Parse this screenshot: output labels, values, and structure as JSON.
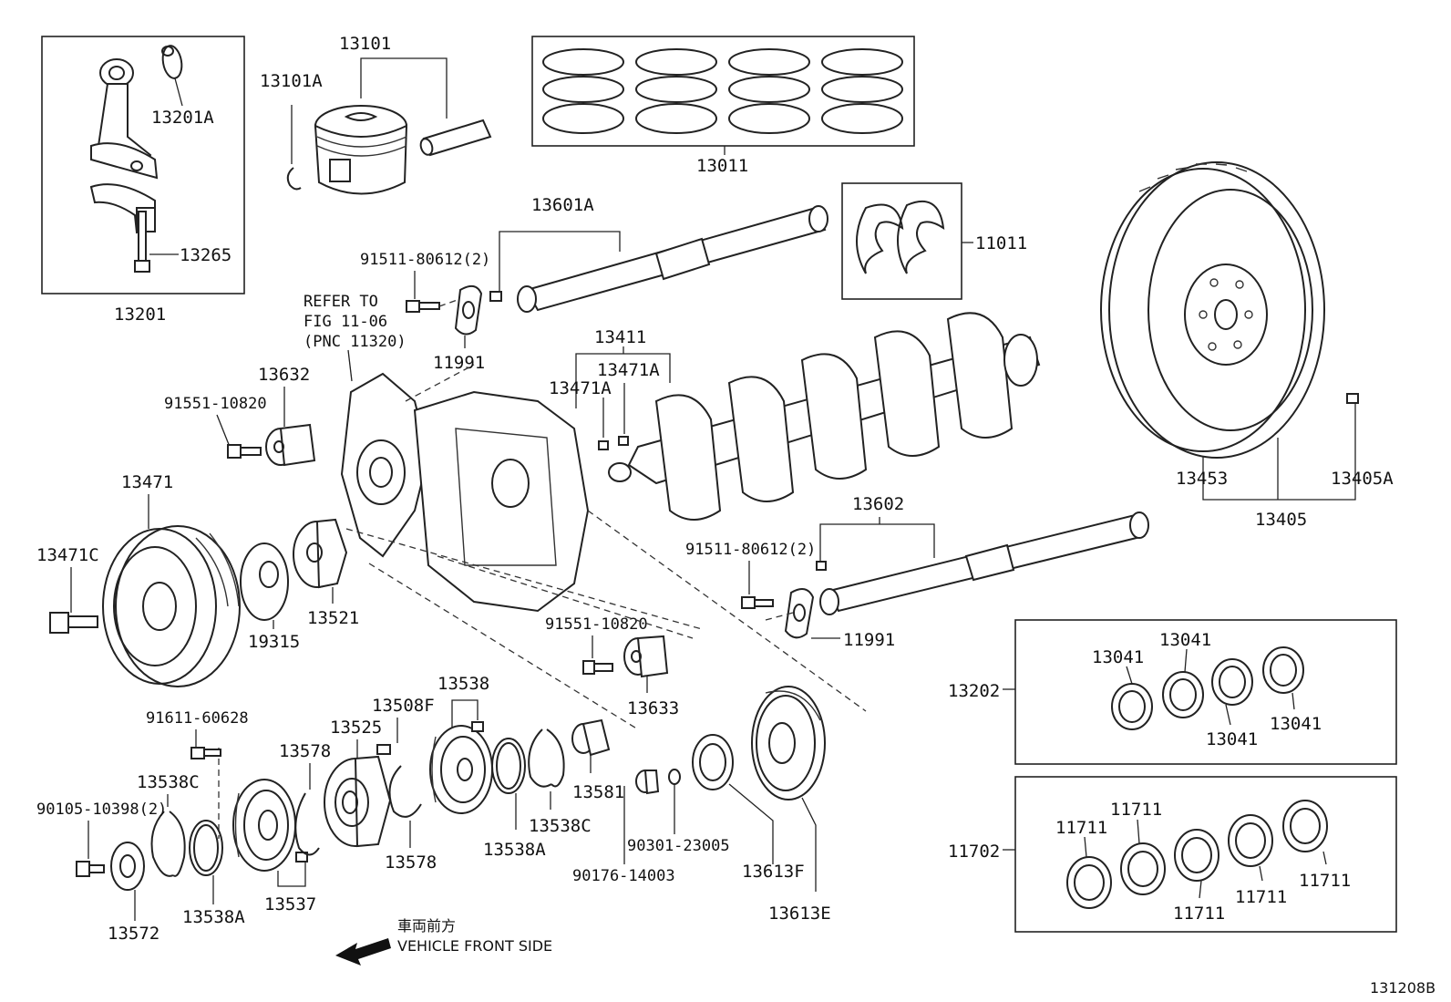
{
  "labels": {
    "p13101": "13101",
    "p13101A": "13101A",
    "p13201A": "13201A",
    "p13265": "13265",
    "p13201": "13201",
    "p13011": "13011",
    "p13601A": "13601A",
    "p11011": "11011",
    "bolt1_top": "91511-80612(2)",
    "refer1": "REFER TO",
    "refer2": "FIG 11-06",
    "refer3": "(PNC 11320)",
    "p11991_top": "11991",
    "p13632": "13632",
    "bolt2_left": "91551-10820",
    "p13411": "13411",
    "p13471A_a": "13471A",
    "p13471A_b": "13471A",
    "p13453": "13453",
    "p13405A": "13405A",
    "p13405": "13405",
    "p13471": "13471",
    "p13471C": "13471C",
    "p19315": "19315",
    "p13521": "13521",
    "p13602": "13602",
    "bolt1_mid": "91511-80612(2)",
    "p11991_mid": "11991",
    "bolt2_mid": "91551-10820",
    "p13633": "13633",
    "p13202": "13202",
    "p13041_a": "13041",
    "p13041_b": "13041",
    "p13041_c": "13041",
    "p13041_d": "13041",
    "bolt3": "91611-60628",
    "p13538": "13538",
    "p13508F": "13508F",
    "p13525": "13525",
    "p13578_a": "13578",
    "p13538C_a": "13538C",
    "bolt4": "90105-10398(2)",
    "p13581": "13581",
    "p13538C_b": "13538C",
    "p13538A_a": "13538A",
    "p13578_b": "13578",
    "p90301": "90301-23005",
    "p90176": "90176-14003",
    "p13613F": "13613F",
    "p13613E": "13613E",
    "p13572": "13572",
    "p13538A_b": "13538A",
    "p13537": "13537",
    "p11702": "11702",
    "p11711_a": "11711",
    "p11711_b": "11711",
    "p11711_c": "11711",
    "p11711_d": "11711",
    "p11711_e": "11711",
    "front_jp": "車両前方",
    "front_en": "VEHICLE FRONT SIDE",
    "figure_id": "131208B"
  }
}
